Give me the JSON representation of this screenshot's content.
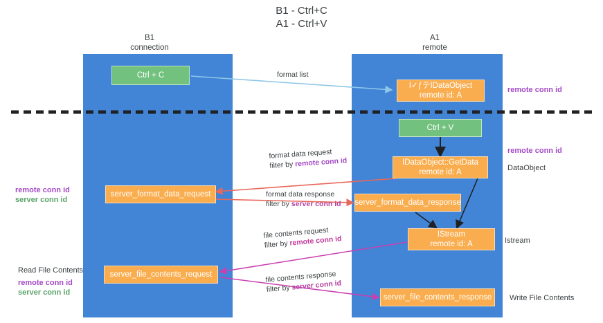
{
  "title": {
    "line1": "B1 - Ctrl+C",
    "line2": "A1 - Ctrl+V"
  },
  "columns": [
    {
      "id": "b1",
      "name": "B1",
      "role": "connection"
    },
    {
      "id": "a1",
      "name": "A1",
      "role": "remote"
    }
  ],
  "boxes": {
    "ctrl_c": {
      "line1": "Ctrl + C",
      "line2": ""
    },
    "idataobject": {
      "line1": "I✓ƒテIDataObject",
      "line2": "remote id: A"
    },
    "ctrl_v": {
      "line1": "Ctrl + V",
      "line2": ""
    },
    "getdata": {
      "line1": "IDataObject::GetData",
      "line2": "remote id: A"
    },
    "fmt_request": {
      "line1": "server_format_data_request",
      "line2": ""
    },
    "fmt_response": {
      "line1": "server_format_data_response",
      "line2": ""
    },
    "istream": {
      "line1": "IStream",
      "line2": "remote id: A"
    },
    "file_request": {
      "line1": "server_file_contents_request",
      "line2": ""
    },
    "file_response": {
      "line1": "server_file_contents_response",
      "line2": ""
    }
  },
  "edge_labels": {
    "format_list": {
      "line1": "format list",
      "line2": "",
      "line2_tag": ""
    },
    "format_data_req": {
      "line1": "format data request",
      "line2": "filter by ",
      "line2_tag": "remote conn id"
    },
    "format_data_resp": {
      "line1": "format data response",
      "line2": "filter by ",
      "line2_tag": "server conn id"
    },
    "file_contents_req": {
      "line1": "file contents request",
      "line2": "filter by ",
      "line2_tag": "remote conn id"
    },
    "file_contents_resp": {
      "line1": "file contents response",
      "line2": "filter by ",
      "line2_tag": "server conn id"
    }
  },
  "right_notes": {
    "remote_conn_id_top": "remote conn id",
    "remote_conn_id_mid": "remote conn id",
    "dataobject": "DataObject",
    "istream": "Istream",
    "write_file_contents": "Write File Contents"
  },
  "left_notes": {
    "mid_remote": "remote conn id",
    "mid_server": "server conn id",
    "read_file_contents": "Read File Contents",
    "bottom_remote": "remote conn id",
    "bottom_server": "server conn id"
  },
  "colors": {
    "lane": "#4285d6",
    "green_box": "#73c17e",
    "orange_box": "#f9ad4e",
    "purple_text": "#a349c4",
    "green_text": "#5aa469",
    "red_arrow": "#e8675a",
    "magenta_arrow": "#c93fb0",
    "blue_arrow": "#8ec6e8",
    "black_arrow": "#202124",
    "divider": "#202124"
  }
}
